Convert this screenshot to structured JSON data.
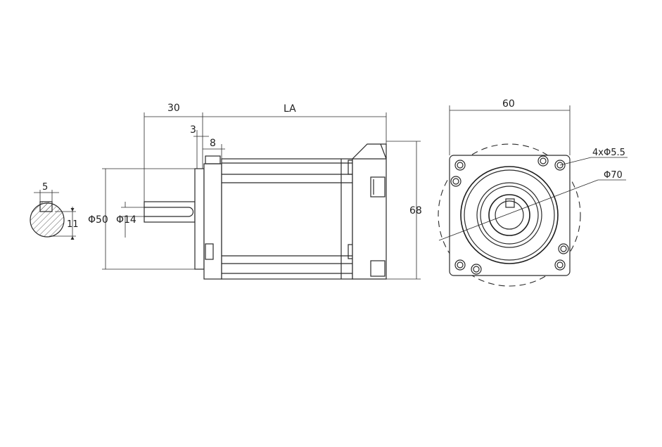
{
  "dimensions": {
    "shaft_length": "30",
    "motor_length": "LA",
    "flange_gap": "3",
    "flange_thickness": "8",
    "flange_diameter": "Φ50",
    "shaft_diameter": "Φ14",
    "body_height": "68",
    "key_width": "5",
    "key_height": "11",
    "square_width": "60",
    "bolt_holes": "4xΦ5.5",
    "pitch_circle": "Φ70"
  },
  "colors": {
    "line": "#2a2a2a",
    "background": "#ffffff"
  }
}
